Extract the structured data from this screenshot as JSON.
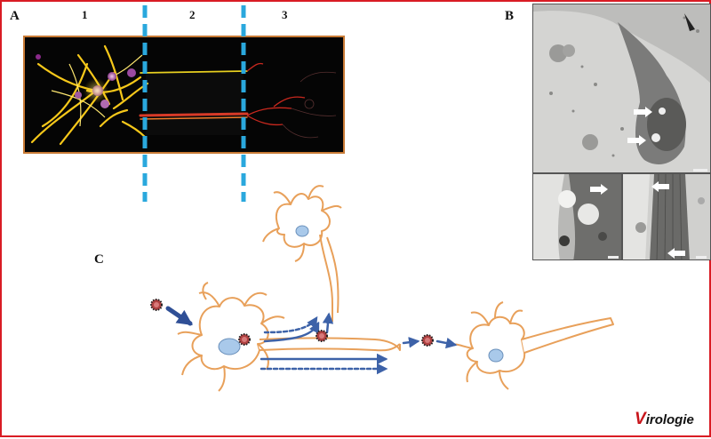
{
  "panels": {
    "a_label": "A",
    "b_label": "B",
    "c_label": "C"
  },
  "panel_a": {
    "zones": [
      "1",
      "2",
      "3"
    ]
  },
  "logo": {
    "initial": "V",
    "rest": "irologie"
  },
  "colors": {
    "border": "#d91c24",
    "frame": "#c87a35",
    "divider": "#2aa8dd",
    "neuron_outline": "#e8a05a",
    "nucleus_fill": "#a9c9ea",
    "arrow": "#3d62a8"
  }
}
